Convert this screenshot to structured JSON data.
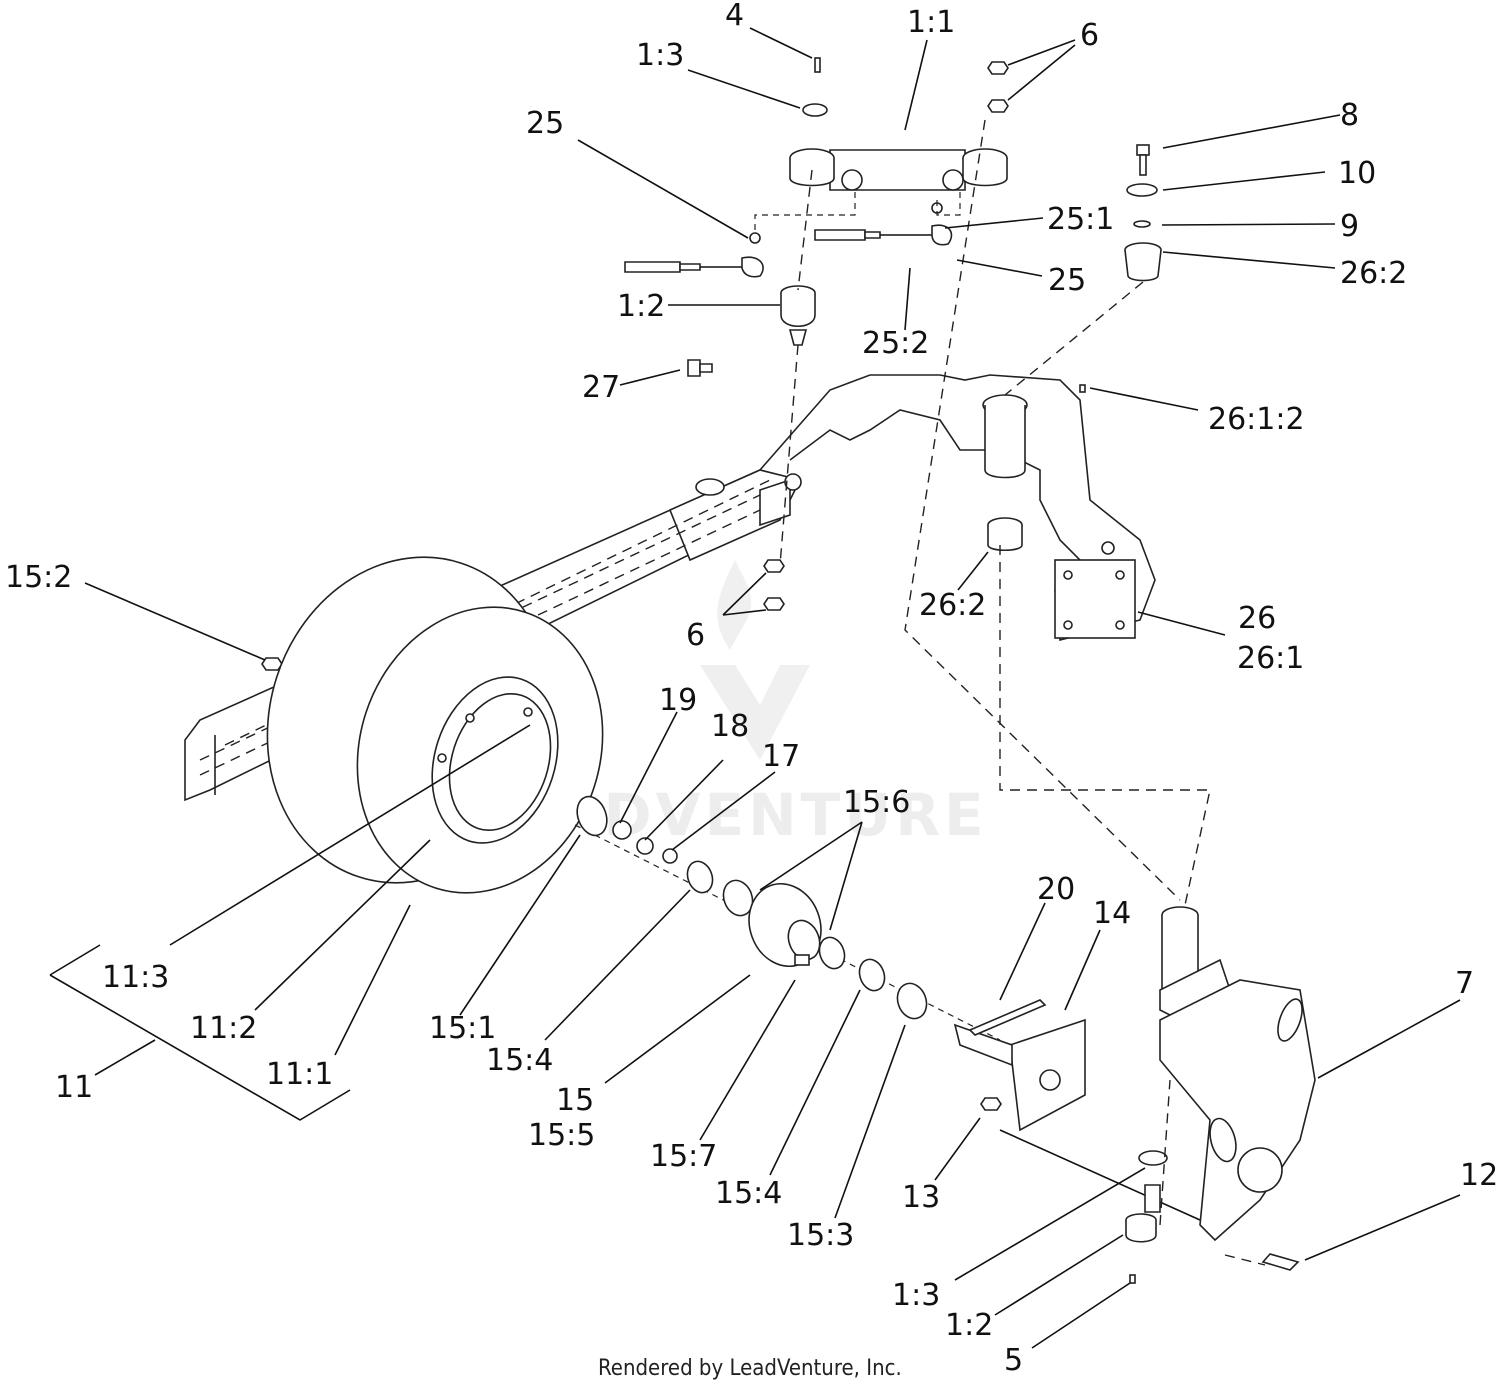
{
  "footer": "Rendered by LeadVenture, Inc.",
  "watermark": "LEADVENTURE",
  "labels": [
    "4",
    "1:1",
    "1:3",
    "6",
    "25",
    "8",
    "10",
    "25:1",
    "9",
    "26:2",
    "25",
    "1:2",
    "25:2",
    "27",
    "26:1:2",
    "15:2",
    "26:2",
    "6",
    "26",
    "26:1",
    "19",
    "18",
    "17",
    "15:6",
    "20",
    "14",
    "7",
    "11:3",
    "11:2",
    "15:1",
    "15:4",
    "11:1",
    "11",
    "15",
    "15:5",
    "15:7",
    "15:4",
    "13",
    "15:3",
    "12",
    "1:3",
    "1:2",
    "5"
  ]
}
